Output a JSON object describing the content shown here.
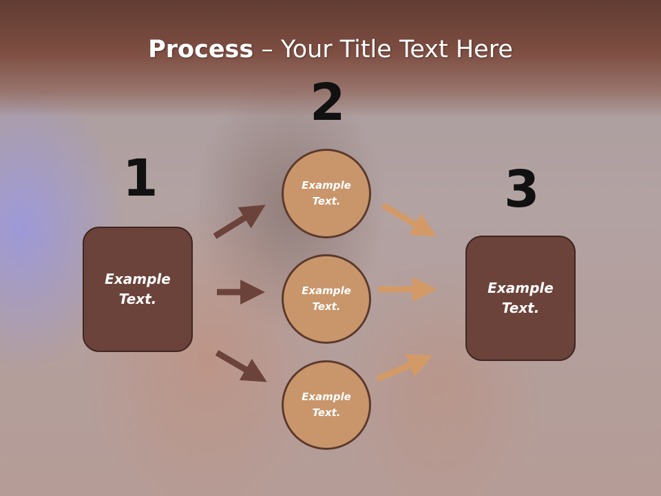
{
  "slide": {
    "title_bold": "Process",
    "title_rest": " – Your Title Text Here"
  },
  "steps": {
    "one": "1",
    "two": "2",
    "three": "3"
  },
  "nodes": {
    "left_box": "Example Text.",
    "circle_top": "Example Text.",
    "circle_middle": "Example Text.",
    "circle_bottom": "Example Text.",
    "right_box": "Example Text."
  },
  "colors": {
    "header": "#7e4e42",
    "box_fill": "#6b433b",
    "circle_fill": "#c9956a",
    "arrow_dark": "#6b433b",
    "arrow_light": "#d39a68"
  }
}
